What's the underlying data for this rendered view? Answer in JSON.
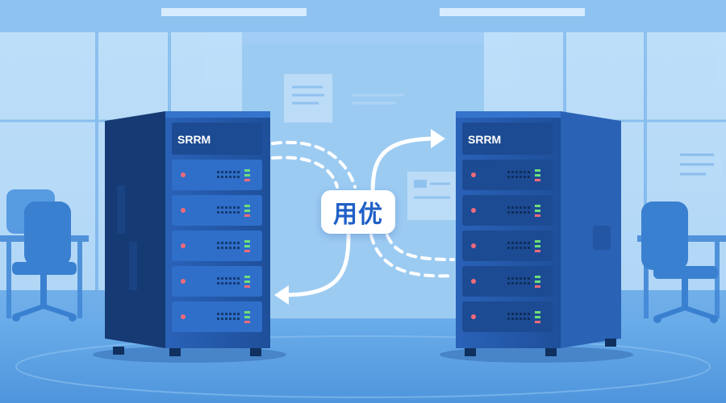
{
  "badge": {
    "text": "用优"
  },
  "servers": [
    {
      "label": "SRRM"
    },
    {
      "label": "SRRM"
    }
  ],
  "colors": {
    "sky": "#bfe0fb",
    "wall": "#7fb8ec",
    "floor": "#5da4e6",
    "server_body": "#1f4f96",
    "server_side": "#173d78",
    "server_slot": "#2f6fc9",
    "led_green": "#6ee07a",
    "led_red": "#f06a7a",
    "arrow": "#ffffff",
    "badge_text": "#1f5fc7"
  }
}
